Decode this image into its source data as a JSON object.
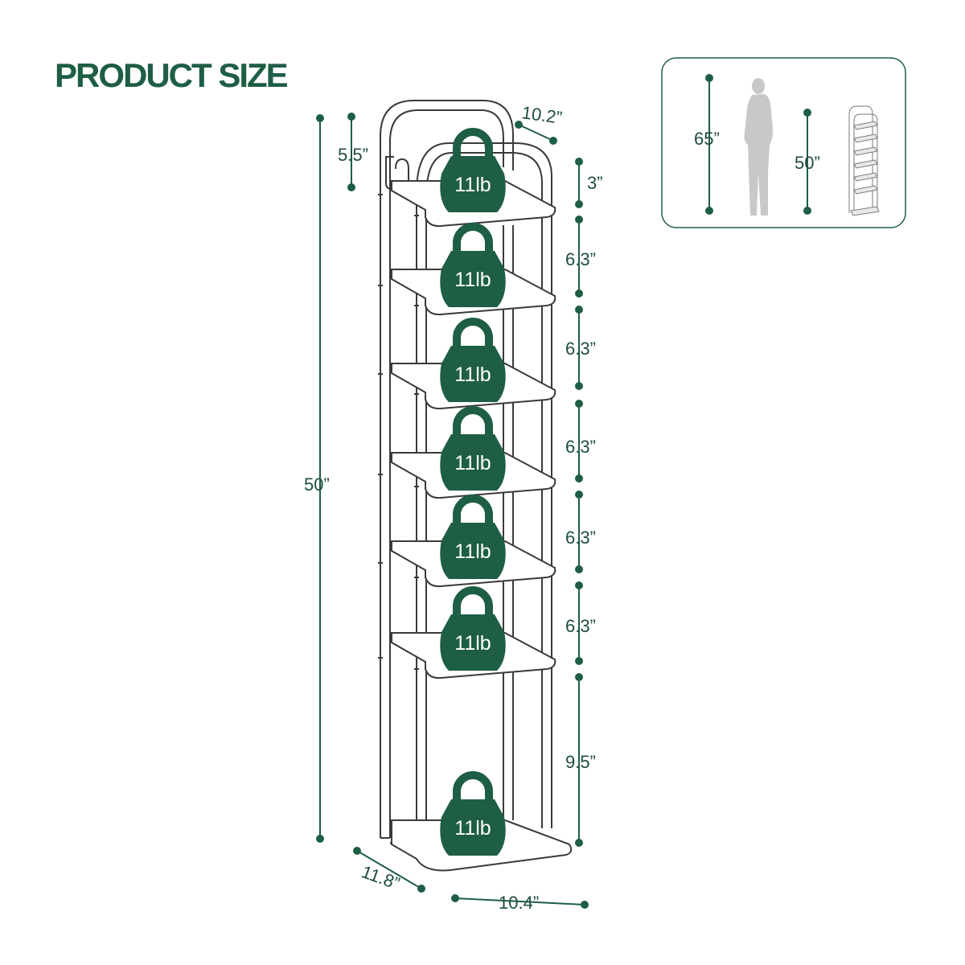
{
  "title": "PRODUCT SIZE",
  "colors": {
    "brand_green": "#1E5E44",
    "dim_text": "#1F4D3D",
    "outline": "#3A3A3A",
    "silhouette": "#C8C8C8",
    "inset_border": "#1E5E44"
  },
  "weight_icon": {
    "name": "kettlebell-icon",
    "label": "11lb"
  },
  "dimensions": {
    "total_height": "50”",
    "top_frame": "5.5”",
    "top_depth": "10.2”",
    "top_gap": "3”",
    "shelf_gaps": [
      "6.3”",
      "6.3”",
      "6.3”",
      "6.3”",
      "6.3”"
    ],
    "bottom_gap": "9.5”",
    "base_depth": "11.8”",
    "base_width": "10.4”"
  },
  "comparison": {
    "person_height": "65”",
    "rack_height": "50”",
    "person_icon": "person-silhouette-icon",
    "rack_icon": "shoe-rack-icon"
  }
}
